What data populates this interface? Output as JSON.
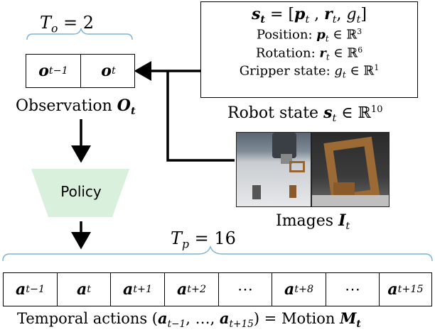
{
  "observation": {
    "horizon_label": "T",
    "horizon_sub": "o",
    "horizon_value": "= 2",
    "cells": [
      {
        "var": "o",
        "sub": "t−1"
      },
      {
        "var": "o",
        "sub": "t"
      }
    ],
    "caption_text": "Observation ",
    "caption_var": "O",
    "caption_sub": "t"
  },
  "state_box": {
    "header": "s",
    "header_sub": "t",
    "header_rest": " = [",
    "header_p": "p",
    "header_r": "r",
    "header_g": "g",
    "lines": [
      {
        "label": "Position: ",
        "var": "p",
        "sub": "t",
        "space": " ∈ ℝ",
        "sup": "3"
      },
      {
        "label": "Rotation: ",
        "var": "r",
        "sub": "t",
        "space": " ∈ ℝ",
        "sup": "6"
      },
      {
        "label": "Gripper state: ",
        "var": "g",
        "sub": "t",
        "space": " ∈ ℝ",
        "sup": "1"
      }
    ],
    "caption_text": "Robot state ",
    "caption_var": "s",
    "caption_sub": "t",
    "caption_space": " ∈ ℝ",
    "caption_sup": "10"
  },
  "images": {
    "caption_text": "Images ",
    "caption_var": "I",
    "caption_sub": "t"
  },
  "policy": {
    "label": "Policy",
    "color": "#d9f0dc"
  },
  "actions": {
    "horizon_label": "T",
    "horizon_sub": "p",
    "horizon_value": "= 16",
    "cells": [
      {
        "var": "a",
        "sub": "t−1"
      },
      {
        "var": "a",
        "sub": "t"
      },
      {
        "var": "a",
        "sub": "t+1"
      },
      {
        "var": "a",
        "sub": "t+2"
      },
      {
        "var": "",
        "sub": "",
        "text": "⋯"
      },
      {
        "var": "a",
        "sub": "t+8"
      },
      {
        "var": "",
        "sub": "",
        "text": "⋯"
      },
      {
        "var": "a",
        "sub": "t+15"
      }
    ],
    "caption_prefix": "Temporal actions (",
    "caption_a1": "a",
    "caption_a1_sub": "t−1",
    "caption_mid": ", …, ",
    "caption_a2": "a",
    "caption_a2_sub": "t+15",
    "caption_suffix": ") = Motion ",
    "caption_M": "M",
    "caption_M_sub": "t"
  }
}
